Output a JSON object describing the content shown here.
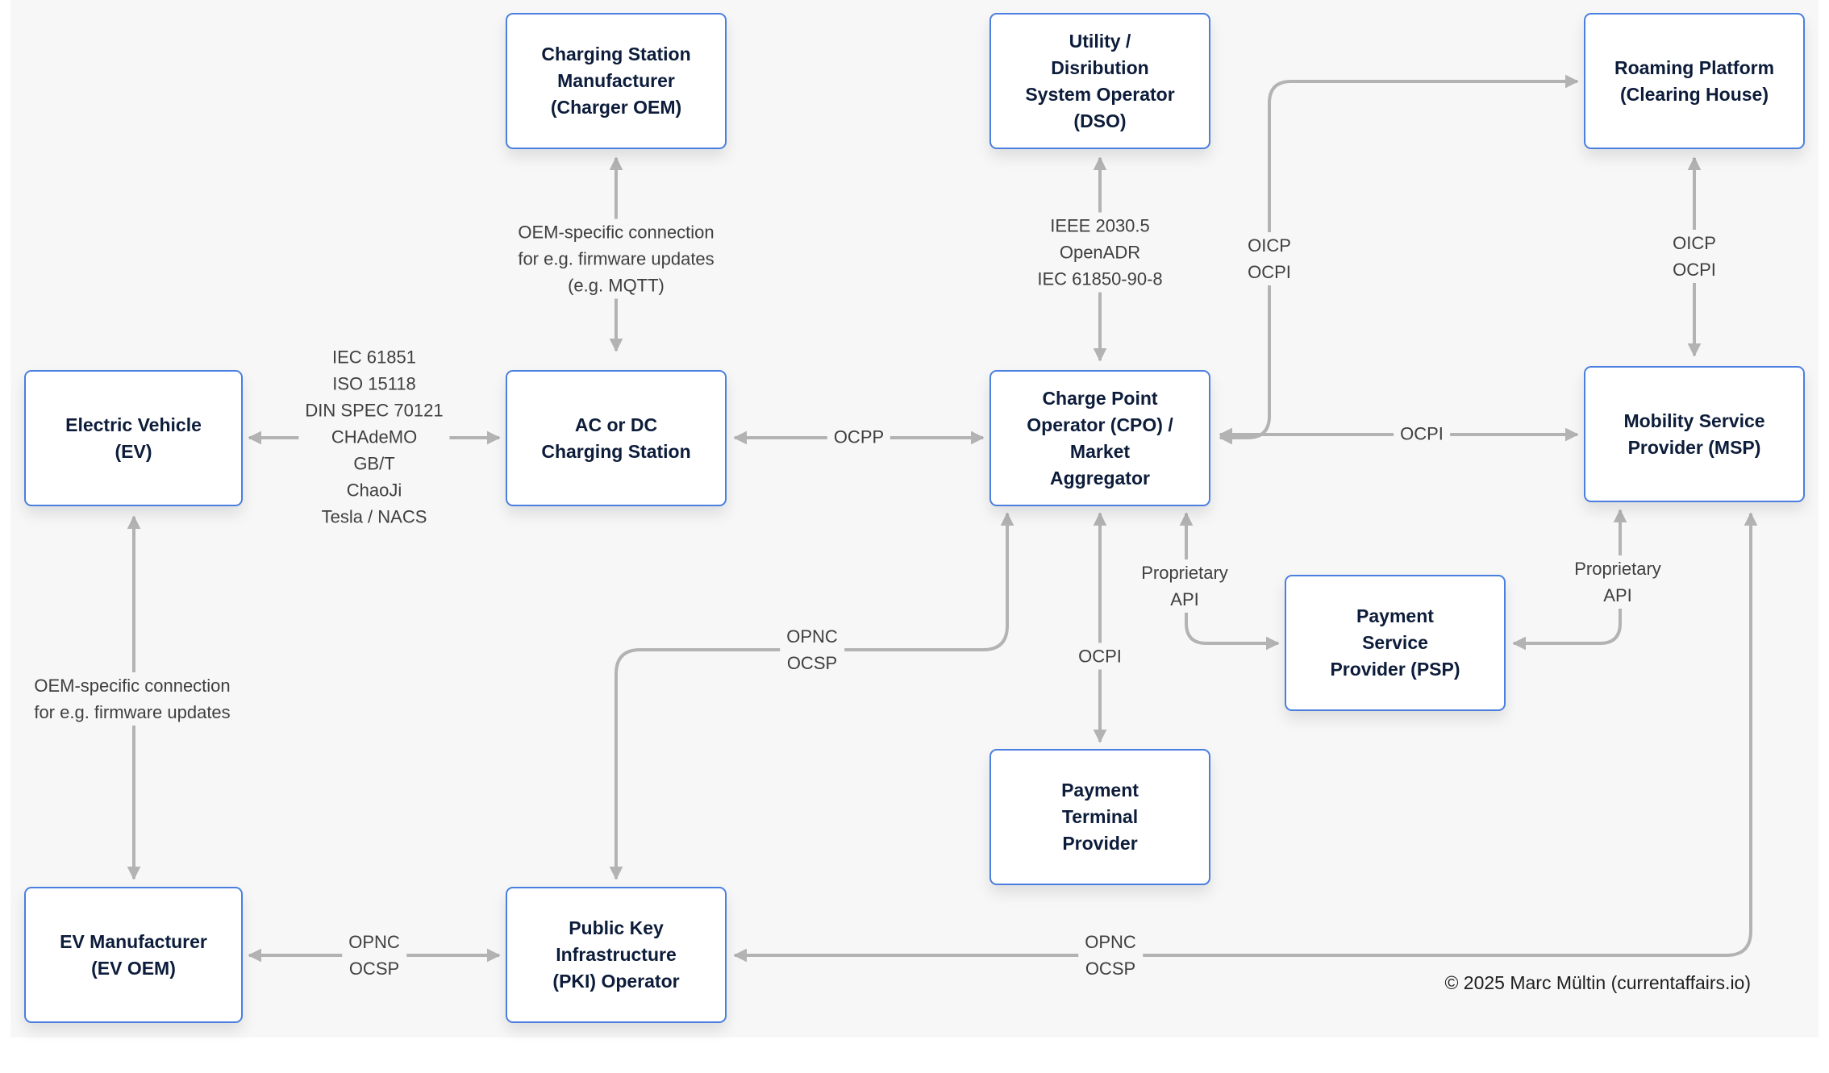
{
  "nodes": {
    "charger_oem": "Charging Station\nManufacturer\n(Charger OEM)",
    "dso": "Utility /\nDisribution\nSystem Operator\n(DSO)",
    "roaming": "Roaming Platform\n(Clearing House)",
    "ev": "Electric Vehicle\n(EV)",
    "station": "AC or DC\nCharging Station",
    "cpo": "Charge Point\nOperator (CPO) /\nMarket\nAggregator",
    "msp": "Mobility Service\nProvider (MSP)",
    "psp": "Payment\nService\nProvider (PSP)",
    "terminal": "Payment\nTerminal\nProvider",
    "ev_oem": "EV Manufacturer\n(EV OEM)",
    "pki": "Public Key\nInfrastructure\n(PKI) Operator"
  },
  "labels": {
    "oem_fw_mqtt": "OEM-specific connection\nfor e.g. firmware updates\n(e.g. MQTT)",
    "dso_protocols": "IEEE 2030.5\nOpenADR\nIEC 61850-90-8",
    "cpo_roaming": "OICP\nOCPI",
    "msp_roaming": "OICP\nOCPI",
    "ev_station": "IEC 61851\nISO 15118\nDIN SPEC 70121\nCHAdeMO\nGB/T\nChaoJi\nTesla / NACS",
    "ocpp": "OCPP",
    "cpo_msp": "OCPI",
    "cpo_psp": "Proprietary\nAPI",
    "msp_psp": "Proprietary\nAPI",
    "pki_cpo": "OPNC\nOCSP",
    "cpo_terminal": "OCPI",
    "ev_fw": "OEM-specific connection\nfor e.g. firmware updates",
    "evoem_pki": "OPNC\nOCSP",
    "pki_msp": "OPNC\nOCSP"
  },
  "credit": "© 2025 Marc Mültin (currentaffairs.io)",
  "colors": {
    "border": "#4a7fe0",
    "arrow": "#b3b3b3",
    "text": "#0c1c3a",
    "canvas": "#f7f7f7"
  }
}
